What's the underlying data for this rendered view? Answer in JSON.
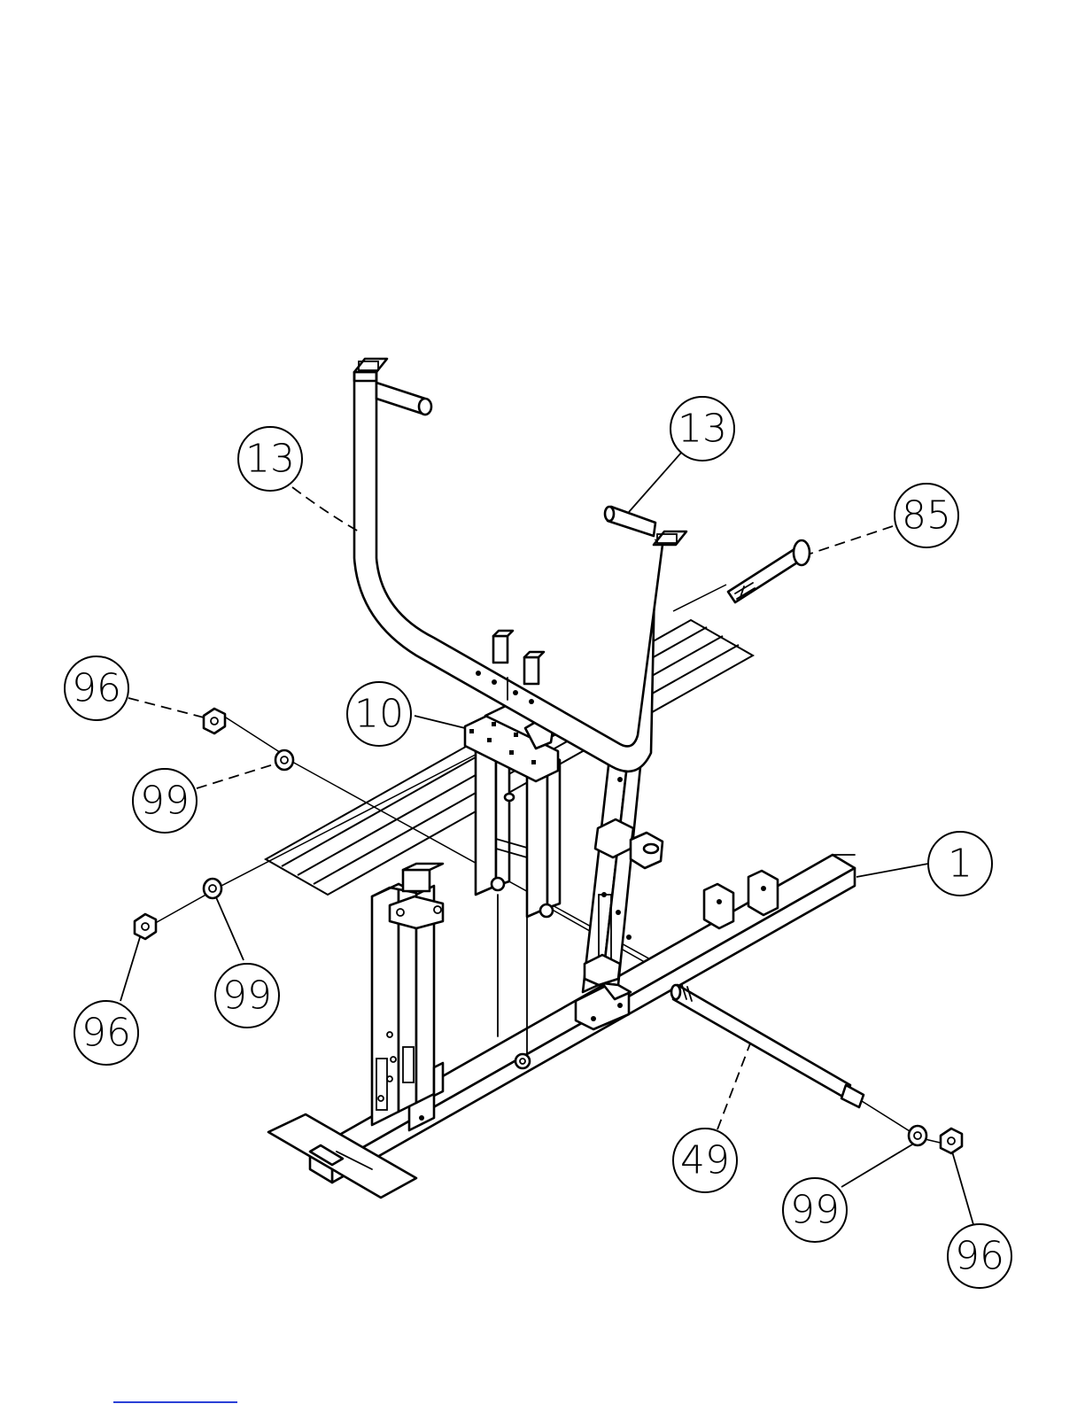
{
  "callouts": [
    {
      "id": "c13a",
      "label": "13"
    },
    {
      "id": "c13b",
      "label": "13"
    },
    {
      "id": "c85",
      "label": "85"
    },
    {
      "id": "c96a",
      "label": "96"
    },
    {
      "id": "c10",
      "label": "10"
    },
    {
      "id": "c99a",
      "label": "99"
    },
    {
      "id": "c1",
      "label": "1"
    },
    {
      "id": "c99b",
      "label": "99"
    },
    {
      "id": "c96b",
      "label": "96"
    },
    {
      "id": "c49",
      "label": "49"
    },
    {
      "id": "c99c",
      "label": "99"
    },
    {
      "id": "c96c",
      "label": "96"
    }
  ],
  "colors": {
    "ink": "#000000",
    "paper": "#ffffff",
    "rule": "#2a3fd6"
  }
}
